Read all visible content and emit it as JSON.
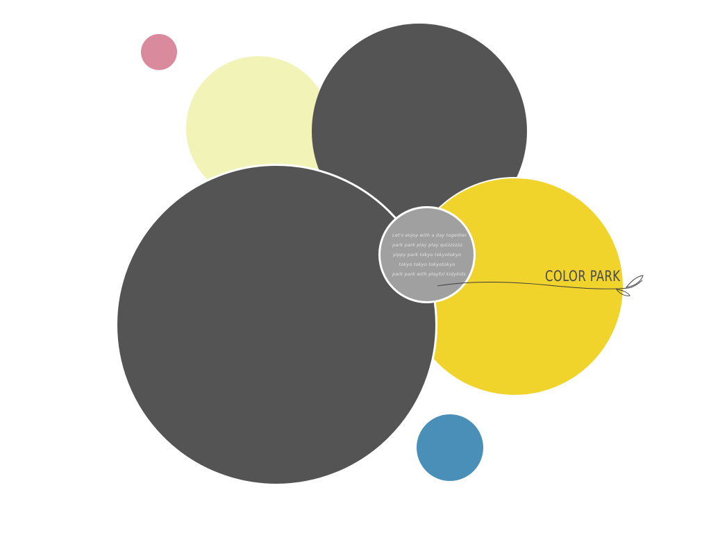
{
  "title": "COLOR PARK",
  "center_text_lines": [
    "Let's enjoy with a day together",
    "park park play play quizzzzzz",
    "yippy park tokyo tokyotokyo",
    "tokyo tokyo tokyotokyo",
    "park park with playful  kidykids"
  ],
  "colors": {
    "background": "#ffffff",
    "pink": "#d98a9c",
    "cream": "#f1f4b6",
    "dark": "#545454",
    "yellow": "#f0d32b",
    "grey": "#a0a0a0",
    "blue": "#498fb8",
    "title": "#4a4a4a",
    "line": "#3a3a3a"
  }
}
